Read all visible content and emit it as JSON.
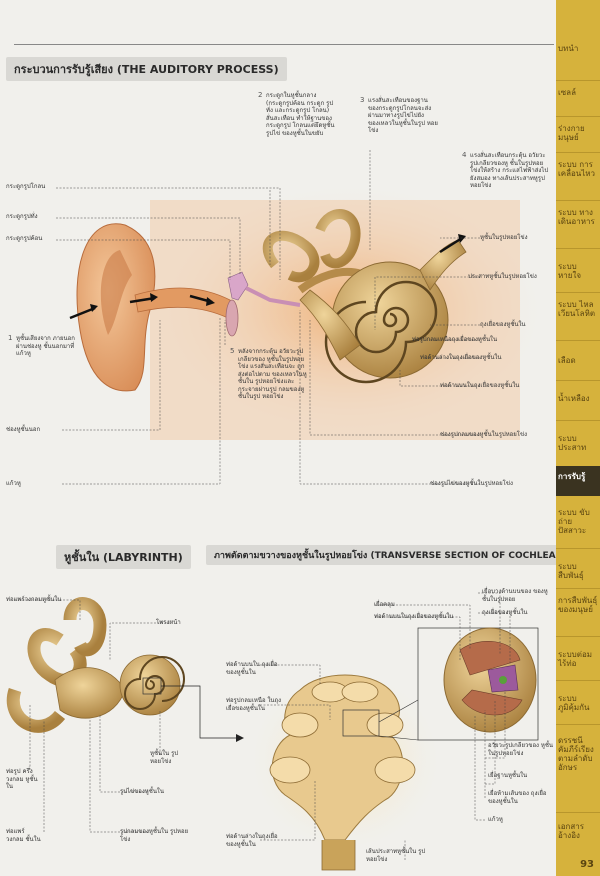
{
  "section1": {
    "title": "กระบวนการรับรู้เสียง (THE AUDITORY PROCESS)",
    "left_labels": [
      "กระดูกรูปโกลน",
      "กระดูกรูปทั่ง",
      "กระดูกรูปค้อน"
    ],
    "step1": "หูชั้นเสียงจาก ภายนอกผ่านช่องหู ชั้นนอกมาที่แก้วหู",
    "step1_num": "1",
    "step2": "กระดูกในหูชั้นกลาง (กระดูกรูปค้อน กระดูก รูปทั่ง และกระดูกรูป โกลน) สั่นสะเทือน ทำให้ฐานของกระดูกรูป โกลนแต่ยึดหูชั้นรูปไข่ ของหูชั้นในขยับ",
    "step2_num": "2",
    "step3": "แรงสั่นสะเทือนของฐาน ของกระดูกรูปโกลนจะส่ง ผ่านมาทางรูปไข่ไปยัง ของเหลวในหูชั้นในรูป หอยโข่ง",
    "step3_num": "3",
    "step4": "แรงสั่นสะเทือนกระตุ้น อวัยวะรูปเกลียวของหู ชั้นในรูปหอยโข่งให้สร้าง กระแสไฟฟ้าส่งไปยังสมอง ทางเส้นประสาทหูรูป หอยโข่ง",
    "step4_num": "4",
    "step5": "หลังจากกระตุ้น อวัยวะรูปเกลียวของ หูชั้นในรูปหอยโข่ง แรงสั่นสะเทือนจะ ถูกส่งต่อไปตาม ของเหลวในหูชั้นใน รูปหอยโข่งและ กระจายผ่านรูป กลมของหูชั้นในรูป หอยโข่ง",
    "step5_num": "5",
    "bottom_left": [
      "ช่องหูชั้นนอก",
      "แก้วหู"
    ],
    "right_labels": [
      "หูชั้นในรูปหอยโข่ง",
      "ประสาทหูชั้นในรูปหอยโข่ง",
      "ถุงเยื่อของหูชั้นใน",
      "ท่อรูปกลมเหนือถุงเยื่อของหูชั้นใน",
      "ท่อด้านล่างในถุงเยื่อของหูชั้นใน",
      "ท่อด้านบนในถุงเยื่อของหูชั้นใน",
      "ช่องรูปกลมของหูชั้นในรูปหอยโข่ง",
      "ช่องรูปไข่ของหูชั้นในรูปหอยโข่ง"
    ]
  },
  "section2": {
    "title": "หูชั้นใน (LABYRINTH)",
    "labels": [
      "ท่อแพร์วงกลมหูชั้นใน",
      "โพรงหน้า",
      "ท่อรูป ครึ่งวงกลม หูชั้นใน",
      "หูชั้นใน รูปหอยโข่ง",
      "รูปไข่ของหูชั้นใน",
      "รูปกลมของหูชั้นใน รูปหอยโข่ง",
      "ท่อแพร์วงกลม ชั้นใน"
    ]
  },
  "section3": {
    "title": "ภาพตัดตามขวางของหูชั้นในรูปหอยโข่ง (TRANSVERSE SECTION OF COCHLEA)",
    "left_labels": [
      "ท่อด้านบนใน ถุงเยื่อของหูชั้นใน",
      "ท่อรูปกลมเหนือ ในถุงเยื่อของหูชั้นใน",
      "ท่อด้านล่างในถุงเยื่อ ของหูชั้นใน"
    ],
    "top_labels": [
      "เยื่อคลุม",
      "ท่อด้านบนในถุงเยื่อของหูชั้นใน"
    ],
    "right_labels": [
      "เยื่อบางด้านบนของ ของหูชั้นในรูปหอย",
      "ถุงเยื่อของหูชั้นใน",
      "อวัยวะรูปเกลียวของ หูชั้นในรูปหอยโข่ง",
      "เยื่อฐานหูชั้นใน",
      "เยื่อห้ามเส้นของ ถุงเยื่อของหูชั้นใน",
      "แก้วหู"
    ],
    "bottom_label": "เส้นประสาทหูชั้นใน รูปหอยโข่ง"
  },
  "sidebar": {
    "tabs": [
      "บทนำ",
      "เซลล์",
      "ร่างกายมนุษย์",
      "ระบบ การเคลื่อนไหว",
      "ระบบ ทางเดินอาหาร",
      "ระบบหายใจ",
      "ระบบ ไหลเวียนโลหิต",
      "เลือด",
      "น้ำเหลือง",
      "ระบบประสาท",
      "การรับรู้",
      "ระบบ ขับถ่ายปัสสาวะ",
      "ระบบสืบพันธุ์",
      "การสืบพันธุ์ ของมนุษย์",
      "ระบบต่อมไร้ท่อ",
      "ระบบภูมิคุ้มกัน",
      "ดรรชนี คัมภีร์เรียง ตามลำดับ อักษร",
      "เอกสารอ้างอิง"
    ],
    "active": "การรับรู้",
    "page_number": "93"
  },
  "colors": {
    "sidebar": "#d6b23c",
    "active_tab": "#3a3320",
    "bone": "#c9a35a",
    "skin": "#e8b07a"
  }
}
